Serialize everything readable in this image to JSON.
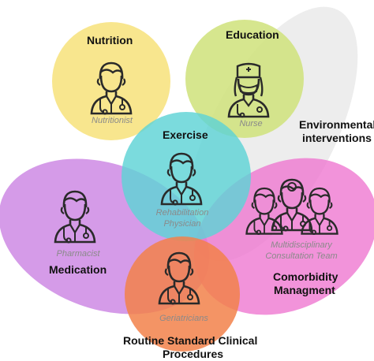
{
  "colors": {
    "nutrition": "#f7e27a",
    "education": "#cfe27a",
    "environment": "#d6d6d6",
    "exercise": "#5ed3d6",
    "medication": "#c77ae0",
    "comorbidity": "#ee74cf",
    "routine": "#f2814a",
    "icon_stroke": "#2a2a2a"
  },
  "circles": {
    "nutrition": {
      "title": "Nutrition",
      "role": "Nutritionist",
      "icon": "doctor-icon"
    },
    "education": {
      "title": "Education",
      "role": "Nurse",
      "icon": "nurse-icon"
    },
    "exercise": {
      "title": "Exercise",
      "role_line1": "Rehabilitation",
      "role_line2": "Physician",
      "icon": "doctor-icon"
    },
    "medication": {
      "title": "Medication",
      "role": "Pharmacist",
      "icon": "doctor-icon"
    },
    "comorbidity": {
      "title_line1": "Comorbidity",
      "title_line2": "Managment",
      "role_line1": "Multidisciplinary",
      "role_line2": "Consultation Team",
      "icon": "team-icon"
    },
    "routine": {
      "title_line1": "Routine Standard Clinical",
      "title_line2": "Procedures",
      "role": "Geriatricians",
      "icon": "doctor-icon"
    },
    "environment": {
      "title_line1": "Environmental",
      "title_line2": "interventions"
    }
  }
}
